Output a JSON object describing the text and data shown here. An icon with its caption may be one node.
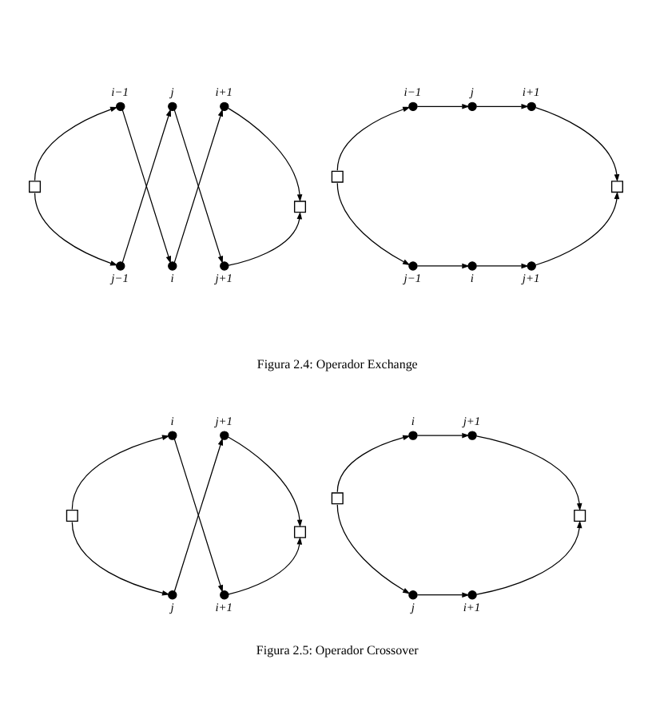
{
  "diagram": {
    "nodes": [
      {
        "text": [],
        "shape": "box"
      },
      {
        "text": [],
        "shape": "circle",
        "beside": [
          "i−1"
        ]
      },
      {
        "text": [],
        "shape": "circle",
        "beside": [
          "j−1"
        ]
      },
      {
        "text": [],
        "shape": "circle",
        "beside": [
          "j"
        ]
      },
      {
        "text": [],
        "shape": "circle",
        "beside": [
          "i"
        ]
      },
      {
        "text": [],
        "shape": "circle",
        "beside": [
          "i+1"
        ]
      },
      {
        "text": [],
        "shape": "circle",
        "beside": [
          "j+1"
        ]
      },
      {
        "text": [],
        "shape": "box"
      },
      {
        "text": [],
        "shape": "box"
      },
      {
        "text": [],
        "shape": "circle",
        "beside": [
          "i−1"
        ]
      },
      {
        "text": [],
        "shape": "circle",
        "beside": [
          "j−1"
        ]
      },
      {
        "text": [],
        "shape": "circle",
        "beside": [
          "j"
        ]
      },
      {
        "text": [],
        "shape": "circle",
        "beside": [
          "i"
        ]
      },
      {
        "text": [],
        "shape": "circle",
        "beside": [
          "i+1"
        ]
      },
      {
        "text": [],
        "shape": "circle",
        "beside": [
          "j+1"
        ]
      },
      {
        "text": [],
        "shape": "box"
      },
      {
        "text": [],
        "shape": "box"
      },
      {
        "text": [],
        "shape": "circle",
        "beside": [
          "i"
        ]
      },
      {
        "text": [],
        "shape": "circle",
        "beside": [
          "j"
        ]
      },
      {
        "text": [],
        "shape": "circle",
        "beside": [
          "j+1"
        ]
      },
      {
        "text": [],
        "shape": "circle",
        "beside": [
          "i+1"
        ]
      },
      {
        "text": [],
        "shape": "box"
      },
      {
        "text": [],
        "shape": "box"
      },
      {
        "text": [],
        "shape": "circle",
        "beside": [
          "i"
        ]
      },
      {
        "text": [],
        "shape": "circle",
        "beside": [
          "j"
        ]
      },
      {
        "text": [],
        "shape": "circle",
        "beside": [
          "j+1"
        ]
      },
      {
        "text": [],
        "shape": "circle",
        "beside": [
          "i+1"
        ]
      },
      {
        "text": [],
        "shape": "box"
      }
    ],
    "edges": [
      {
        "from": 0,
        "to": 1,
        "arrow": "to"
      },
      {
        "from": 0,
        "to": 2,
        "arrow": "to"
      },
      {
        "from": 1,
        "to": 4,
        "arrow": "to"
      },
      {
        "from": 2,
        "to": 3,
        "arrow": "to"
      },
      {
        "from": 3,
        "to": 6,
        "arrow": "to"
      },
      {
        "from": 4,
        "to": 5,
        "arrow": "to"
      },
      {
        "from": 5,
        "to": 7,
        "arrow": "to"
      },
      {
        "from": 6,
        "to": 7,
        "arrow": "to"
      },
      {
        "from": 8,
        "to": 9,
        "arrow": "to"
      },
      {
        "from": 8,
        "to": 10,
        "arrow": "to"
      },
      {
        "from": 9,
        "to": 11,
        "arrow": "to"
      },
      {
        "from": 11,
        "to": 13,
        "arrow": "to"
      },
      {
        "from": 13,
        "to": 15,
        "arrow": "to"
      },
      {
        "from": 10,
        "to": 12,
        "arrow": "to"
      },
      {
        "from": 12,
        "to": 14,
        "arrow": "to"
      },
      {
        "from": 14,
        "to": 15,
        "arrow": "to"
      },
      {
        "from": 16,
        "to": 17,
        "arrow": "to"
      },
      {
        "from": 16,
        "to": 18,
        "arrow": "to"
      },
      {
        "from": 17,
        "to": 20,
        "arrow": "to"
      },
      {
        "from": 18,
        "to": 19,
        "arrow": "to"
      },
      {
        "from": 19,
        "to": 21,
        "arrow": "to"
      },
      {
        "from": 20,
        "to": 21,
        "arrow": "to"
      },
      {
        "from": 22,
        "to": 23,
        "arrow": "to"
      },
      {
        "from": 22,
        "to": 24,
        "arrow": "to"
      },
      {
        "from": 23,
        "to": 25,
        "arrow": "to"
      },
      {
        "from": 24,
        "to": 26,
        "arrow": "to"
      },
      {
        "from": 25,
        "to": 27,
        "arrow": "to"
      },
      {
        "from": 26,
        "to": 27,
        "arrow": "to"
      }
    ],
    "labels": [
      "Figura 2.4: Operador Exchange",
      "Figura 2.5: Operador Crossover"
    ]
  }
}
